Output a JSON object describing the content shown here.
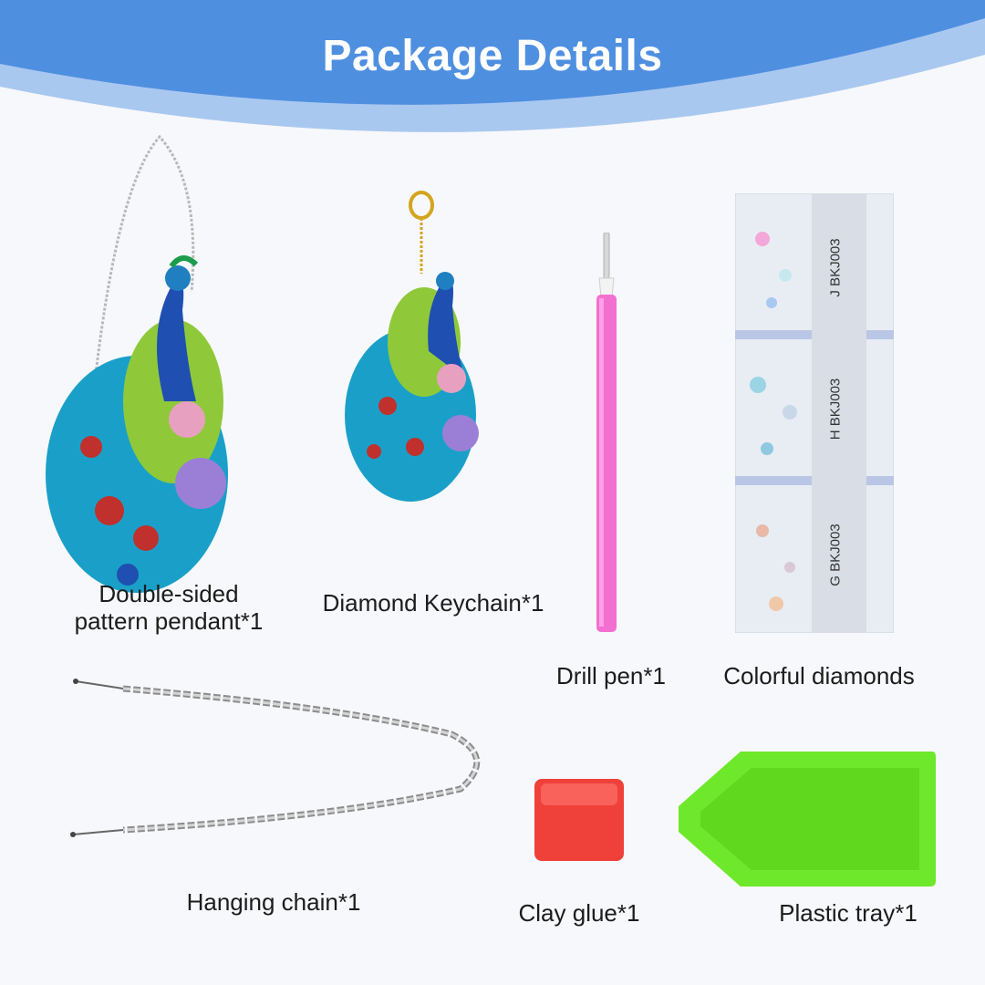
{
  "header": {
    "title": "Package Details"
  },
  "items": {
    "pendant": {
      "line1": "Double-sided",
      "line2": "pattern pendant*1"
    },
    "keychain": {
      "label": "Diamond Keychain*1"
    },
    "drill_pen": {
      "label": "Drill pen*1"
    },
    "diamonds": {
      "label": "Colorful diamonds",
      "bags": [
        {
          "letter": "J",
          "code": "BKJ003"
        },
        {
          "letter": "H",
          "code": "BKJ003"
        },
        {
          "letter": "G",
          "code": "BKJ003"
        }
      ]
    },
    "chain": {
      "label": "Hanging chain*1"
    },
    "clay_glue": {
      "label": "Clay glue*1"
    },
    "tray": {
      "label": "Plastic tray*1"
    }
  },
  "colors": {
    "banner": "#4f8fe0",
    "banner_light": "#a9c8f0",
    "pen": "#f36fd0",
    "glue": "#f0403a",
    "tray": "#6ee82a",
    "peacock_blue": "#1aa0c8",
    "peacock_green": "#8fc93a"
  }
}
